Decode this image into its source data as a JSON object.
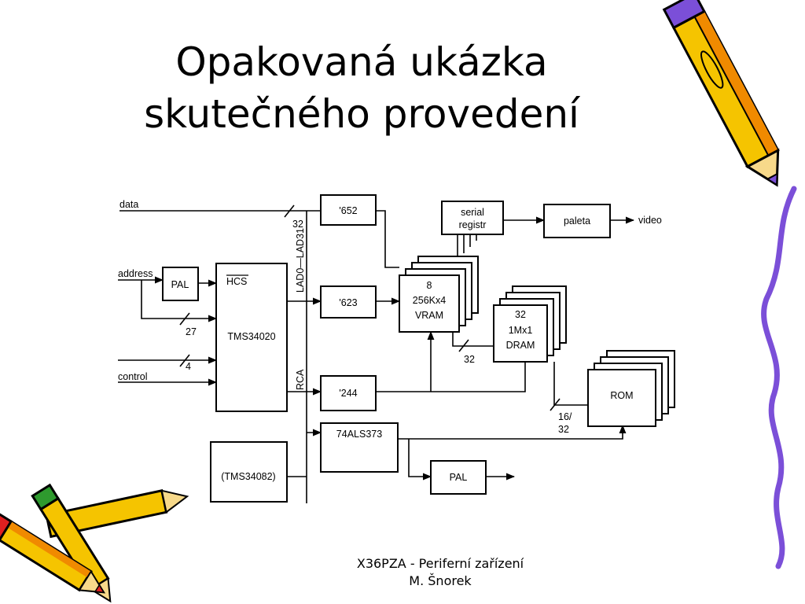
{
  "slide": {
    "title_line1": "Opakovaná ukázka",
    "title_line2": "skutečného provedení",
    "footer_line1": "X36PZA - Periferní zařízení",
    "footer_line2": "M. Šnorek"
  },
  "diagram": {
    "signals": {
      "data": "data",
      "address": "address",
      "control": "control",
      "video": "video",
      "lad": "LAD0—LAD31",
      "rca": "RCA"
    },
    "bus_widths": {
      "data": "32",
      "address": "27",
      "control": "4",
      "dram": "32",
      "rom_1": "16/",
      "rom_2": "32"
    },
    "blocks": {
      "pal_in": "PAL",
      "hcs": "HCS",
      "cpu": "TMS34020",
      "fpu": "(TMS34082)",
      "buf_652": "'652",
      "buf_623": "'623",
      "buf_244": "'244",
      "latch": "74ALS373",
      "pal_out": "PAL",
      "serial_1": "serial",
      "serial_2": "registr",
      "paleta": "paleta",
      "vram_count": "8",
      "vram_org": "256Kx4",
      "vram_type": "VRAM",
      "dram_count": "32",
      "dram_org": "1Mx1",
      "dram_type": "DRAM",
      "rom": "ROM"
    }
  },
  "colors": {
    "text": "#000000",
    "pencil_yellow": "#f5c400",
    "pencil_orange": "#f08a00",
    "pencil_purple": "#7b4fd8",
    "pencil_green": "#2e9a2e",
    "pencil_red": "#e02020",
    "squiggle": "#7b4fd8"
  },
  "icons": [
    "pencil-icon",
    "crayons-icon",
    "squiggle-line"
  ]
}
